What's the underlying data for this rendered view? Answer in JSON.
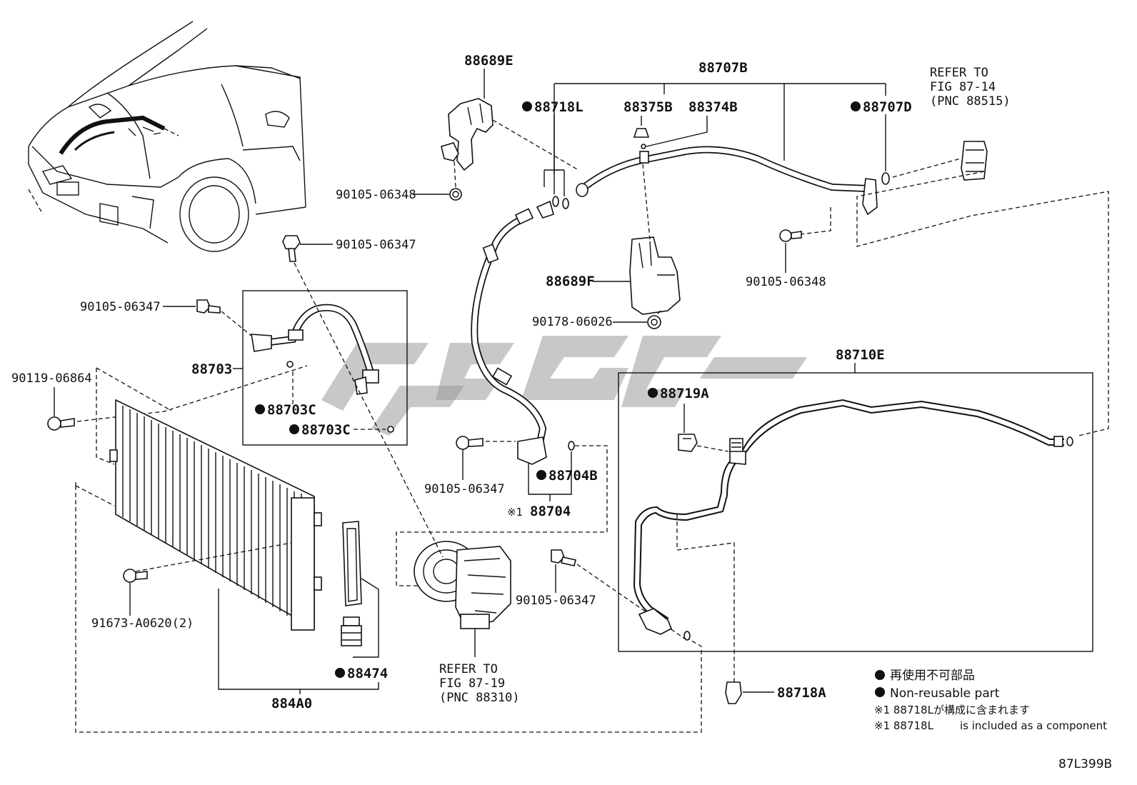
{
  "diagram_code": "87L399B",
  "labels": {
    "p88689E": "88689E",
    "p88707B": "88707B",
    "p88718L": "88718L",
    "p88375B": "88375B",
    "p88374B": "88374B",
    "p88707D": "88707D",
    "p90105_06348_top": "90105-06348",
    "p90105_06347_top": "90105-06347",
    "p90105_06347_left": "90105-06347",
    "p88703": "88703",
    "p90119_06864": "90119-06864",
    "p88703C_a": "88703C",
    "p88703C_b": "88703C",
    "p88689F": "88689F",
    "p90178_06026": "90178-06026",
    "p90105_06348_right": "90105-06348",
    "p88710E": "88710E",
    "p88719A": "88719A",
    "p90105_06347_mid": "90105-06347",
    "p88704B": "88704B",
    "p88704": "88704",
    "p88704_mark": "※1",
    "p90105_06347_low": "90105-06347",
    "p91673": "91673-A0620(2)",
    "p88474": "88474",
    "p884A0": "884A0",
    "p88718A": "88718A"
  },
  "refer_top": {
    "line1": "REFER TO",
    "line2": "FIG 87-14",
    "line3": "(PNC 88515)"
  },
  "refer_bottom": {
    "line1": "REFER TO",
    "line2": "FIG 87-19",
    "line3": "(PNC 88310)"
  },
  "legend": {
    "jp_nonreusable": "再使用不可部品",
    "en_nonreusable": "Non-reusable part",
    "note_jp": "※1 88718Lが構成に含まれます",
    "note_en_mark": "※1 88718L",
    "note_en_text": "is included as a component"
  }
}
